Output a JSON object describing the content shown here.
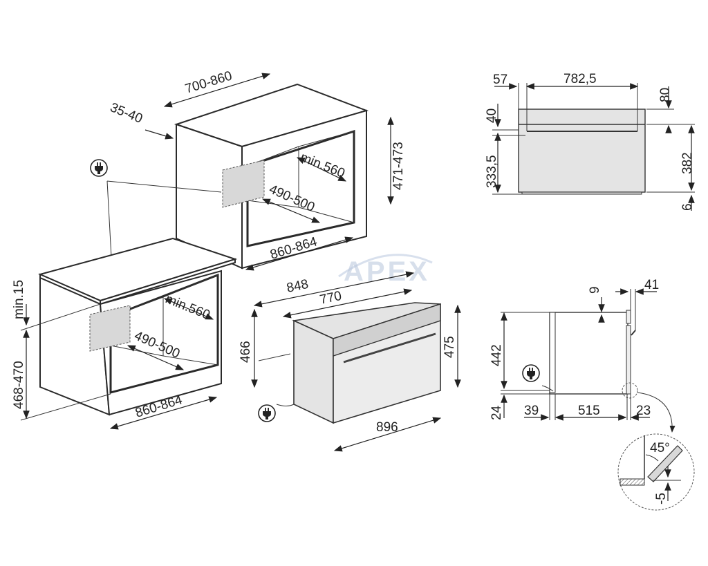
{
  "watermark": "APEX",
  "tall_cabinet": {
    "depth": "700-860",
    "gap": "35-40",
    "opening_height": "471-473",
    "min_depth": "min.560",
    "opening_depth": "490-500",
    "opening_width": "860-864"
  },
  "base_cabinet": {
    "min_gap": "min.15",
    "opening_height": "468-470",
    "min_depth": "min.560",
    "opening_depth": "490-500",
    "opening_width": "860-864"
  },
  "oven_3d": {
    "total_depth": "848",
    "body_depth": "770",
    "body_height": "466",
    "front_height": "475",
    "front_width": "896"
  },
  "front_view": {
    "left_offset": "57",
    "handle_width": "782,5",
    "top_strip": "80",
    "panel_height": "40",
    "door_height": "333,5",
    "body_height": "382",
    "bottom": "6"
  },
  "side_view": {
    "top_offset": "9",
    "door_thickness": "41",
    "height": "442",
    "bottom": "24",
    "rear": "39",
    "depth": "515",
    "front": "23",
    "detail_angle": "45°",
    "detail_offset": "-5"
  },
  "icons": [
    "power-plug-icon",
    "power-plug-icon",
    "power-plug-icon"
  ]
}
